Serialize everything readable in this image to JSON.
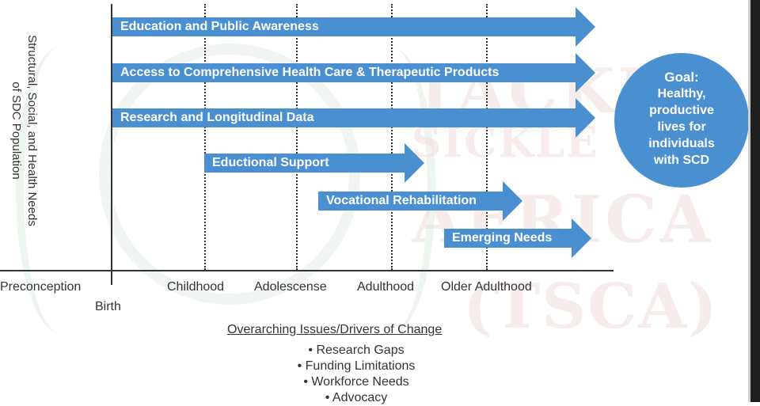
{
  "watermark": {
    "line1": "TACKLE",
    "line2": "SICKLE CELL",
    "line3": "AFRICA",
    "line4": "(TSCA)"
  },
  "y_axis_label": {
    "line1": "Structural, Social, and Health Needs",
    "line2": "of SDC Population"
  },
  "life_stages": [
    "Preconception",
    "Birth",
    "Childhood",
    "Adolescense",
    "Adulthood",
    "Older Adulthood"
  ],
  "initiatives": [
    {
      "label": "Education and Public Awareness"
    },
    {
      "label": "Access to Comprehensive Health Care & Therapeutic Products"
    },
    {
      "label": "Research and Longitudinal Data"
    },
    {
      "label": "Eductional Support"
    },
    {
      "label": "Vocational Rehabilitation"
    },
    {
      "label": "Emerging Needs"
    }
  ],
  "goal": {
    "title": "Goal:",
    "text_lines": [
      "Healthy,",
      "productive",
      "lives for",
      "individuals",
      "with SCD"
    ]
  },
  "issues": {
    "title": "Overarching Issues/Drivers of Change",
    "items": [
      "• Research Gaps",
      "• Funding Limitations",
      "• Workforce Needs",
      "• Advocacy"
    ]
  },
  "colors": {
    "arrow": "#4a8fd0",
    "goal_circle": "#4a8fd0"
  }
}
